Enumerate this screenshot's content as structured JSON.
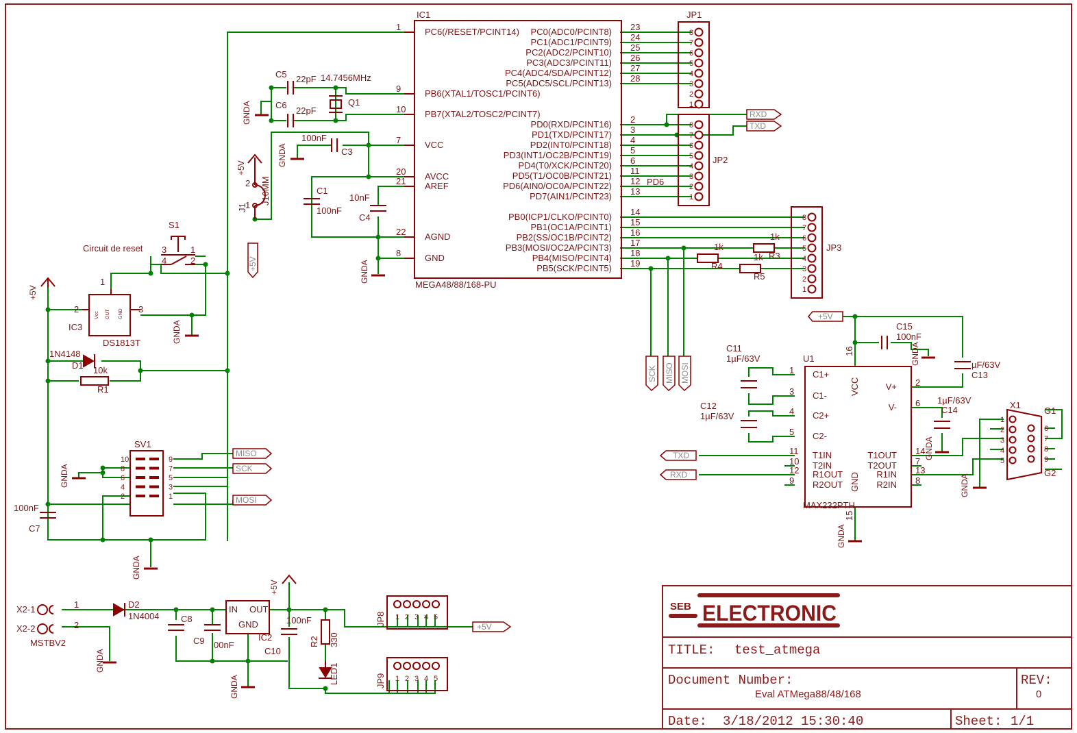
{
  "colors": {
    "wire": "#008000",
    "part": "#8b0000",
    "pin_text": "#7a1414",
    "frame": "#8b1a1a",
    "background": "#ffffff"
  },
  "mcu": {
    "name": "IC1",
    "value": "MEGA48/88/168-PU",
    "left_pins": [
      {
        "num": "1",
        "label": "PC6(/RESET/PCINT14)"
      },
      {
        "num": "9",
        "label": "PB6(XTAL1/TOSC1/PCINT6)"
      },
      {
        "num": "10",
        "label": "PB7(XTAL2/TOSC2/PCINT7)"
      },
      {
        "num": "7",
        "label": "VCC"
      },
      {
        "num": "20",
        "label": "AVCC"
      },
      {
        "num": "21",
        "label": "AREF"
      },
      {
        "num": "22",
        "label": "AGND"
      },
      {
        "num": "8",
        "label": "GND"
      }
    ],
    "right_pins": [
      {
        "num": "23",
        "label": "PC0(ADC0/PCINT8)"
      },
      {
        "num": "24",
        "label": "PC1(ADC1/PCINT9)"
      },
      {
        "num": "25",
        "label": "PC2(ADC2/PCINT10)"
      },
      {
        "num": "26",
        "label": "PC3(ADC3/PCINT11)"
      },
      {
        "num": "27",
        "label": "PC4(ADC4/SDA/PCINT12)"
      },
      {
        "num": "28",
        "label": "PC5(ADC5/SCL/PCINT13)"
      },
      {
        "num": "2",
        "label": "PD0(RXD/PCINT16)"
      },
      {
        "num": "3",
        "label": "PD1(TXD/PCINT17)"
      },
      {
        "num": "4",
        "label": "PD2(INT0/PCINT18)"
      },
      {
        "num": "5",
        "label": "PD3(INT1/OC2B/PCINT19)"
      },
      {
        "num": "6",
        "label": "PD4(T0/XCK/PCINT20)"
      },
      {
        "num": "11",
        "label": "PD5(T1/OC0B/PCINT21)"
      },
      {
        "num": "12",
        "label": "PD6(AIN0/OC0A/PCINT22)"
      },
      {
        "num": "13",
        "label": "PD7(AIN1/PCINT23)"
      },
      {
        "num": "14",
        "label": "PB0(ICP1/CLKO/PCINT0)"
      },
      {
        "num": "15",
        "label": "PB1(OC1A/PCINT1)"
      },
      {
        "num": "16",
        "label": "PB2(SS/OC1B/PCINT2)"
      },
      {
        "num": "17",
        "label": "PB3(MOSI/OC2A/PCINT3)"
      },
      {
        "num": "18",
        "label": "PB4(MISO/PCINT4)"
      },
      {
        "num": "19",
        "label": "PB5(SCK/PCINT5)"
      }
    ]
  },
  "connectors": {
    "jp1": "JP1",
    "jp2": "JP2",
    "jp3": "JP3",
    "jp8": "JP8",
    "jp9": "JP9",
    "sv1": "SV1",
    "x1": "X1",
    "header_pins": [
      "8",
      "7",
      "6",
      "5",
      "4",
      "3",
      "2",
      "1"
    ],
    "small_pins": [
      "1",
      "2",
      "3",
      "4",
      "5"
    ],
    "sv1_left_pins": [
      "10",
      "8",
      "6",
      "4",
      "2"
    ],
    "sv1_right_pins": [
      "9",
      "7",
      "5",
      "3",
      "1"
    ],
    "x1_left_pins": [
      "1",
      "2",
      "3",
      "4",
      "5"
    ],
    "x1_right_pins": [
      "6",
      "7",
      "8",
      "9"
    ],
    "x1_g1": "G1",
    "x1_g2": "G2",
    "x2_1": "X2-1",
    "x2_2": "X2-2",
    "x2_value": "MSTBV2",
    "x2_pin1": "1",
    "x2_pin2": "2"
  },
  "net_labels": {
    "rxd": "RXD",
    "txd": "TXD",
    "sck": "SCK",
    "miso": "MISO",
    "mosi": "MOSI",
    "plus5v": "+5V",
    "pd6": "PD6",
    "gnda": "GNDA"
  },
  "parts": {
    "c5": "C5",
    "c5_val": "22pF",
    "c6": "C6",
    "c6_val": "22pF",
    "q1": "Q1",
    "q1_val": "14.7456MHz",
    "c3": "C3",
    "c3_val": "100nF",
    "c1": "C1",
    "c1_val": "100nF",
    "c4": "C4",
    "c4_val": "10nF",
    "j1": "J1",
    "j1_val": "J10MM",
    "j1_pin1": "1",
    "j1_pin2": "2",
    "s1": "S1",
    "s1_pins": [
      "3",
      "1",
      "4",
      "2"
    ],
    "reset_note": "Circuit de reset",
    "ic3": "IC3",
    "ic3_val": "DS1813T",
    "ic3_pins": [
      "1",
      "2",
      "3"
    ],
    "ic3_vcc": "Vcc",
    "ic3_out": "OUT",
    "ic3_gnd": "GND",
    "d1": "D1",
    "d1_val": "1N4148",
    "r1": "R1",
    "r1_val": "10k",
    "c7": "C7",
    "c7_val": "100nF",
    "r3": "R3",
    "r3_val": "1k",
    "r4": "R4",
    "r4_val": "1k",
    "r5": "R5",
    "r5_val": "1k",
    "u1": "U1",
    "u1_val": "MAX232PTH",
    "u1_left": [
      {
        "num": "1",
        "label": "C1+"
      },
      {
        "num": "3",
        "label": "C1-"
      },
      {
        "num": "4",
        "label": "C2+"
      },
      {
        "num": "5",
        "label": "C2-"
      },
      {
        "num": "11",
        "label": "T1IN"
      },
      {
        "num": "10",
        "label": "T2IN"
      },
      {
        "num": "12",
        "label": "R1OUT"
      },
      {
        "num": "9",
        "label": "R2OUT"
      }
    ],
    "u1_right": [
      {
        "num": "2",
        "label": "V+"
      },
      {
        "num": "6",
        "label": "V-"
      },
      {
        "num": "14",
        "label": "T1OUT"
      },
      {
        "num": "7",
        "label": "T2OUT"
      },
      {
        "num": "13",
        "label": "R1IN"
      },
      {
        "num": "8",
        "label": "R2IN"
      }
    ],
    "u1_vcc": "VCC",
    "u1_gnd": "GND",
    "u1_pin16": "16",
    "u1_pin15": "15",
    "c11": "C11",
    "c11_val": "1µF/63V",
    "c12": "C12",
    "c12_val": "1µF/63V",
    "c13": "C13",
    "c13_val": "µF/63V",
    "c14": "C14",
    "c14_val": "1µF/63V",
    "c15": "C15",
    "c15_val": "100nF",
    "d2": "D2",
    "d2_val": "1N4004",
    "c8": "C8",
    "c9": "C9",
    "c9_val": "00nF",
    "ic2": "IC2",
    "ic2_in": "IN",
    "ic2_out": "OUT",
    "ic2_gnd": "GND",
    "c10": "C10",
    "c10_val": "100nF",
    "r2": "R2",
    "r2_val": "330",
    "led1": "LED1"
  },
  "title_block": {
    "logo_prefix": "SEB",
    "logo_main": "ELECTRONIC",
    "title_label": "TITLE:",
    "title": "test_atmega",
    "docnum_label": "Document Number:",
    "docnum": "Eval ATMega88/48/168",
    "rev_label": "REV:",
    "rev": "0",
    "date_label": "Date:",
    "date": "3/18/2012 15:30:40",
    "sheet_label": "Sheet:",
    "sheet": "1/1"
  }
}
